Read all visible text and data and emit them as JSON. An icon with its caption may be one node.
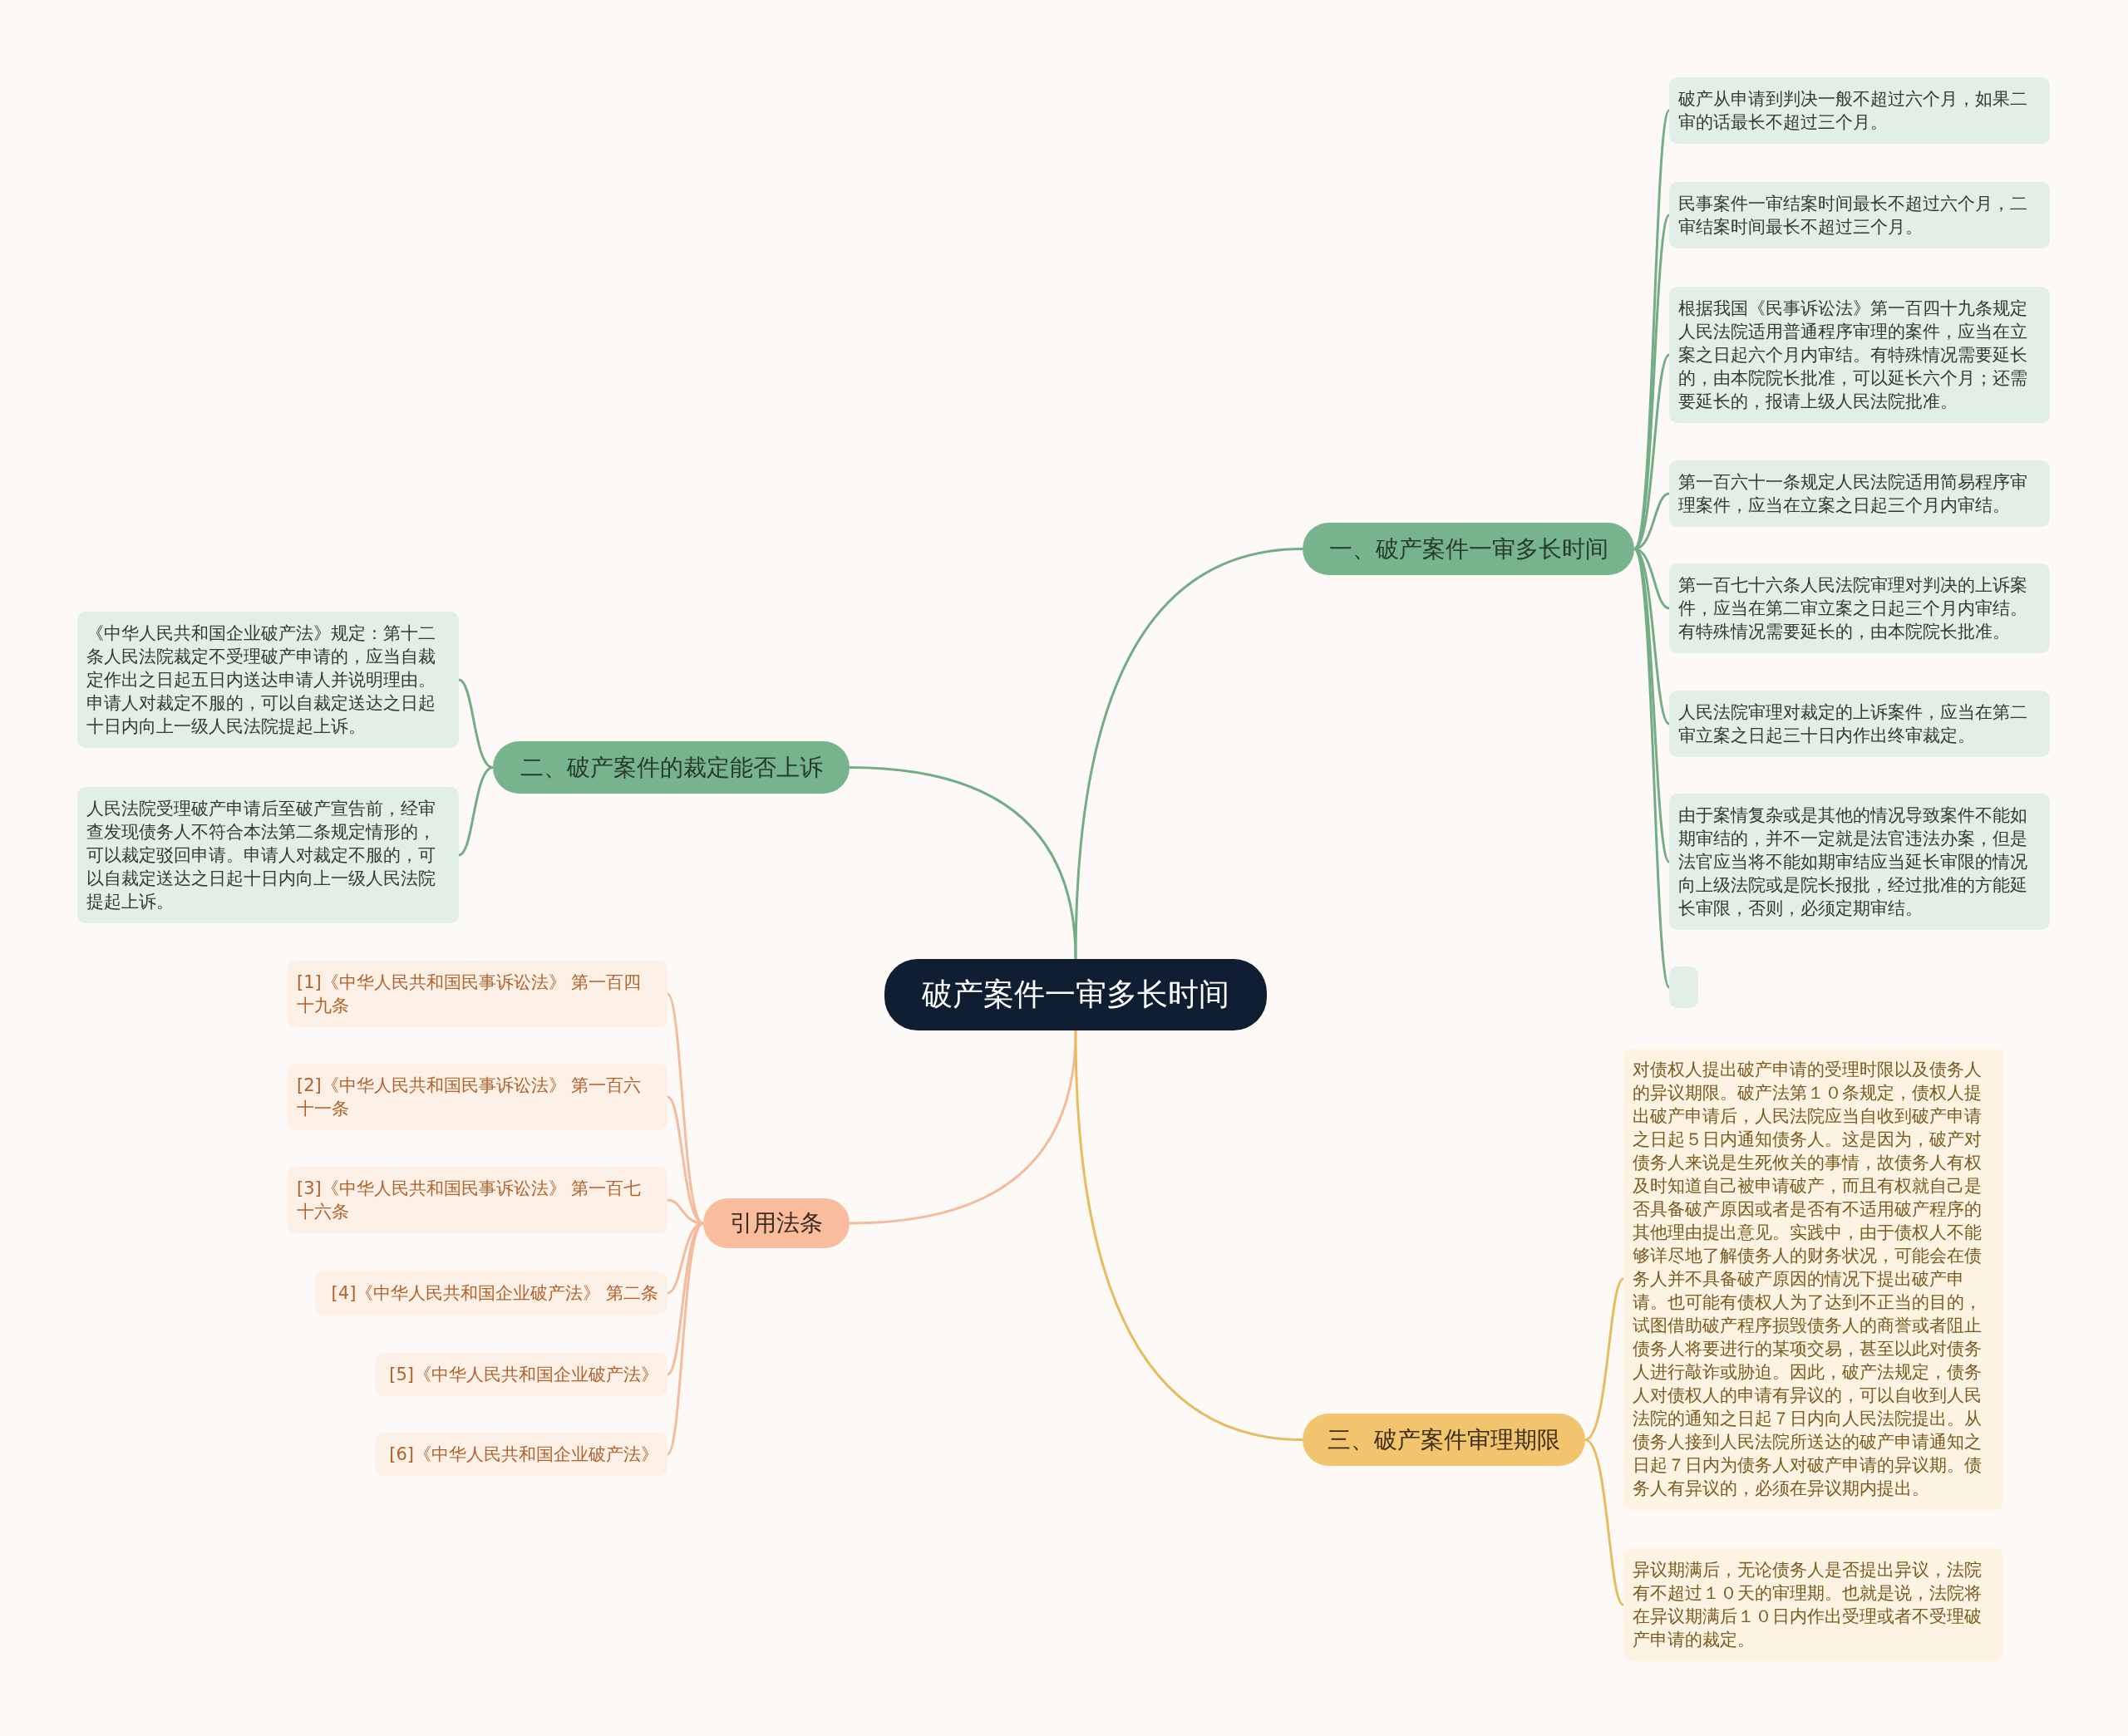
{
  "diagram": {
    "nodes": [
      {
        "text": [
          "破产案件一审多长时间"
        ]
      },
      {
        "text": [
          "一、破产案件一审多长时间"
        ]
      },
      {
        "text": [
          "破产从申请到判决一般不超过六个月，如果二审的话最长不超过三个月。"
        ]
      },
      {
        "text": [
          "民事案件一审结案时间最长不超过六个月，二审结案时间最长不超过三个月。"
        ]
      },
      {
        "text": [
          "根据我国《民事诉讼法》第一百四十九条规定人民法院适用普通程序审理的案件，应当在立案之日起六个月内审结。有特殊情况需要延长的，由本院院长批准，可以延长六个月；还需要延长的，报请上级人民法院批准。"
        ]
      },
      {
        "text": [
          "第一百六十一条规定人民法院适用简易程序审理案件，应当在立案之日起三个月内审结。"
        ]
      },
      {
        "text": [
          "第一百七十六条人民法院审理对判决的上诉案件，应当在第二审立案之日起三个月内审结。有特殊情况需要延长的，由本院院长批准。"
        ]
      },
      {
        "text": [
          "人民法院审理对裁定的上诉案件，应当在第二审立案之日起三十日内作出终审裁定。"
        ]
      },
      {
        "text": [
          "由于案情复杂或是其他的情况导致案件不能如期审结的，并不一定就是法官违法办案，但是法官应当将不能如期审结应当延长审限的情况向上级法院或是院长报批，经过批准的方能延长审限，否则，必须定期审结。"
        ]
      },
      {
        "text": [],
        "shape": "box"
      },
      {
        "text": [
          "二、破产案件的裁定能否上诉"
        ]
      },
      {
        "text": [
          "《中华人民共和国企业破产法》规定：第十二条人民法院裁定不受理破产申请的，应当自裁定作出之日起五日内送达申请人并说明理由。申请人对裁定不服的，可以自裁定送达之日起十日内向上一级人民法院提起上诉。"
        ]
      },
      {
        "text": [
          "人民法院受理破产申请后至破产宣告前，经审查发现债务人不符合本法第二条规定情形的，可以裁定驳回申请。申请人对裁定不服的，可以自裁定送达之日起十日内向上一级人民法院提起上诉。"
        ]
      },
      {
        "text": [
          "引用法条"
        ]
      },
      {
        "text": [
          "[1]《中华人民共和国民事诉讼法》 第一百四十九条"
        ]
      },
      {
        "text": [
          "[2]《中华人民共和国民事诉讼法》 第一百六十一条"
        ]
      },
      {
        "text": [
          "[3]《中华人民共和国民事诉讼法》 第一百七十六条"
        ]
      },
      {
        "text": [
          "[4]《中华人民共和国企业破产法》 第二条"
        ]
      },
      {
        "text": [
          "[5]《中华人民共和国企业破产法》"
        ]
      },
      {
        "text": [
          "[6]《中华人民共和国企业破产法》"
        ]
      },
      {
        "text": [
          "三、破产案件审理期限"
        ]
      },
      {
        "text": [
          "对债权人提出破产申请的受理时限以及债务人的异议期限。破产法第１０条规定，债权人提出破产申请后，人民法院应当自收到破产申请之日起５日内通知债务人。这是因为，破产对债务人来说是生死攸关的事情，故债务人有权及时知道自己被申请破产，而且有权就自己是否具备破产原因或者是否有不适用破产程序的其他理由提出意见。实践中，由于债权人不能够详尽地了解债务人的财务状况，可能会在债务人并不具备破产原因的情况下提出破产申请。也可能有债权人为了达到不正当的目的，试图借助破产程序损毁债务人的商誉或者阻止债务人将要进行的某项交易，甚至以此对债务人进行敲诈或胁迫。因此，破产法规定，债务人对债权人的申请有异议的，可以自收到人民法院的通知之日起７日内向人民法院提出。从债务人接到人民法院所送达的破产申请通知之日起７日内为债务人对破产申请的异议期。债务人有异议的，必须在异议期内提出。"
        ]
      },
      {
        "text": [
          "异议期满后，无论债务人是否提出异议，法院有不超过１０天的审理期。也就是说，法院将在异议期满后１０日内作出受理或者不受理破产申请的裁定。"
        ]
      }
    ],
    "edges": [
      {
        "from": 0,
        "to": 1,
        "arrow": "none"
      },
      {
        "from": 1,
        "to": 2,
        "arrow": "none"
      },
      {
        "from": 1,
        "to": 3,
        "arrow": "none"
      },
      {
        "from": 1,
        "to": 4,
        "arrow": "none"
      },
      {
        "from": 1,
        "to": 5,
        "arrow": "none"
      },
      {
        "from": 1,
        "to": 6,
        "arrow": "none"
      },
      {
        "from": 1,
        "to": 7,
        "arrow": "none"
      },
      {
        "from": 1,
        "to": 8,
        "arrow": "none"
      },
      {
        "from": 1,
        "to": 9,
        "arrow": "none"
      },
      {
        "from": 0,
        "to": 10,
        "arrow": "none"
      },
      {
        "from": 10,
        "to": 11,
        "arrow": "none"
      },
      {
        "from": 10,
        "to": 12,
        "arrow": "none"
      },
      {
        "from": 0,
        "to": 13,
        "arrow": "none",
        "color": "#f4bb9c"
      },
      {
        "from": 13,
        "to": 14,
        "arrow": "none",
        "color": "#f4bb9c"
      },
      {
        "from": 13,
        "to": 15,
        "arrow": "none",
        "color": "#f4bb9c"
      },
      {
        "from": 13,
        "to": 16,
        "arrow": "none",
        "color": "#f4bb9c"
      },
      {
        "from": 13,
        "to": 17,
        "arrow": "none",
        "color": "#f4bb9c"
      },
      {
        "from": 13,
        "to": 18,
        "arrow": "none",
        "color": "#f4bb9c"
      },
      {
        "from": 13,
        "to": 19,
        "arrow": "none",
        "color": "#f4bb9c"
      },
      {
        "from": 0,
        "to": 20,
        "arrow": "none",
        "color": "#e8bb5e"
      },
      {
        "from": 20,
        "to": 21,
        "arrow": "none",
        "color": "#e8bb5e"
      },
      {
        "from": 20,
        "to": 22,
        "arrow": "none",
        "color": "#e8bb5e"
      }
    ]
  }
}
